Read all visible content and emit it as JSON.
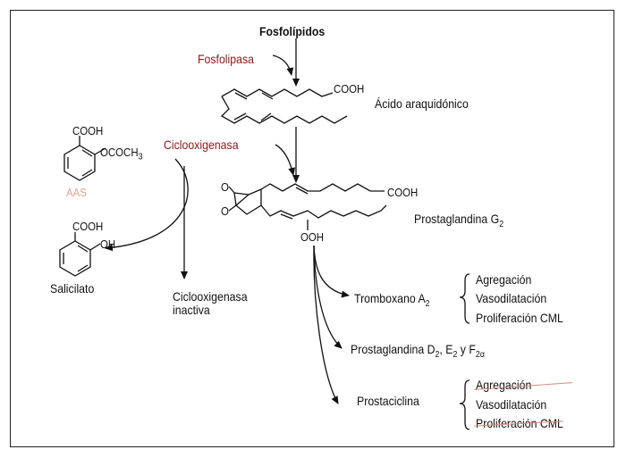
{
  "title": "Fosfolípidos",
  "enzymes": {
    "phospholipase": "Fosfolipasa",
    "cyclooxygenase": "Ciclooxigenasa"
  },
  "compounds": {
    "arachidonic_acid": "Ácido araquidónico",
    "aa_cooh": "COOH",
    "pgg2_label": "Prostaglandina G",
    "pgg2_sub": "2",
    "pgg2_cooh": "COOH",
    "pgg2_ooh": "OOH",
    "ring_o1": "O",
    "ring_o2": "O",
    "aas_cooh": "COOH",
    "aas_ococh": "OCOCH",
    "aas_ococh_sub": "3",
    "aas": "AAS",
    "sal_cooh": "COOH",
    "sal_oh": "OH",
    "salicylate": "Salicilato",
    "inactive_cox_1": "Ciclooxigenasa",
    "inactive_cox_2": "inactiva"
  },
  "products": {
    "thromboxane": "Tromboxano A",
    "thromboxane_sub": "2",
    "prostaglandins": "Prostaglandina D",
    "pg_d_sub": "2",
    "pg_sep1": ", E",
    "pg_e_sub": "2",
    "pg_sep2": " y F",
    "pg_f_sub": "2α",
    "prostacyclin": "Prostaciclina"
  },
  "effects_thromboxane": [
    "Agregación",
    "Vasodilatación",
    "Proliferación CML"
  ],
  "effects_prostacyclin": [
    "Agregación",
    "Vasodilatación",
    "Proliferación CML"
  ],
  "colors": {
    "enzyme": "#8b1a1a",
    "aas": "#e0a49a",
    "strike": "#d98a7e",
    "line": "#111111"
  }
}
